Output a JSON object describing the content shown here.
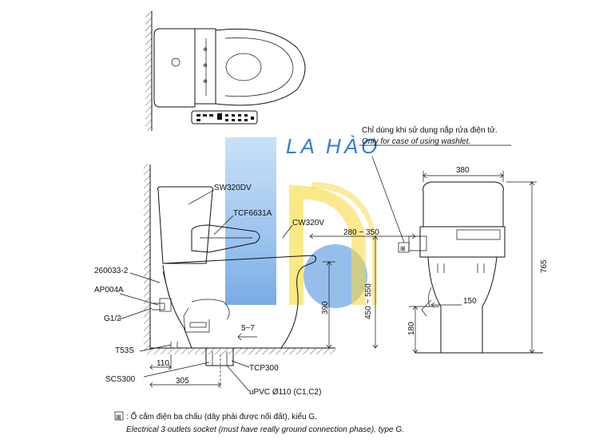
{
  "note_top": {
    "vi": "Chỉ dùng khi sử dụng nắp rửa điện tử.",
    "en": "Only for case of using washlet."
  },
  "watermark": "LA HÀO",
  "left_labels": {
    "fitting_1": "260033-2",
    "fitting_2": "AP004A",
    "fitting_3": "G1/2",
    "fitting_4": "T53S",
    "fitting_5": "SCS300"
  },
  "part_labels": {
    "tank": "SW320DV",
    "seat": "TCF6631A",
    "bowl": "CW320V",
    "trap": "TCP300",
    "pipe": "uPVC Ø110 (C1,C2)"
  },
  "dimensions": {
    "d_280_350": "280 ~ 350",
    "d_450_550": "450 ~ 550",
    "d_390": "390",
    "d_5_7": "5~7",
    "d_110": "110",
    "d_305": "305",
    "d_380": "380",
    "d_765": "765",
    "d_150": "150",
    "d_180": "180"
  },
  "footer": {
    "symbol": "⊞",
    "vi": ": Ổ cắm điện ba chấu (dây phải được nối đất), kiểu G.",
    "en": "Electrical 3 outlets socket (must have really ground connection phase), type G."
  }
}
